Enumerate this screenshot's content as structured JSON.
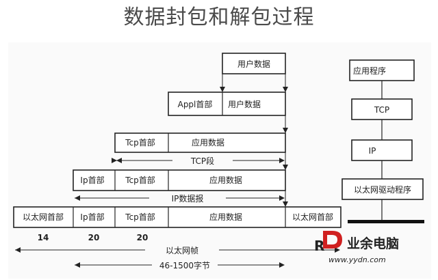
{
  "title": "数据封包和解包过程",
  "stack": {
    "user_data": "用户数据",
    "application_layer": {
      "app_header": "Appl首部",
      "user_data": "用户数据"
    },
    "transport_layer": {
      "tcp_header": "Tcp首部",
      "app_data": "应用数据",
      "segment_label": "TCP段"
    },
    "network_layer": {
      "ip_header": "Ip首部",
      "tcp_header": "Tcp首部",
      "app_data": "应用数据",
      "datagram_label": "IP数据报"
    },
    "link_layer": {
      "eth_header": "以太网首部",
      "ip_header": "Ip首部",
      "tcp_header": "Tcp首部",
      "app_data": "应用数据",
      "eth_trailer": "以太网首部",
      "size_eth_header": "14",
      "size_ip_header": "20",
      "size_tcp_header": "20",
      "frame_label": "以太网帧",
      "frame_size_label": "46-1500字节"
    }
  },
  "layers": {
    "app": "应用程序",
    "tcp": "TCP",
    "ip": "IP",
    "driver": "以太网驱动程序"
  },
  "watermark": {
    "site": "www.yydn.com",
    "brand": "业余电脑"
  }
}
